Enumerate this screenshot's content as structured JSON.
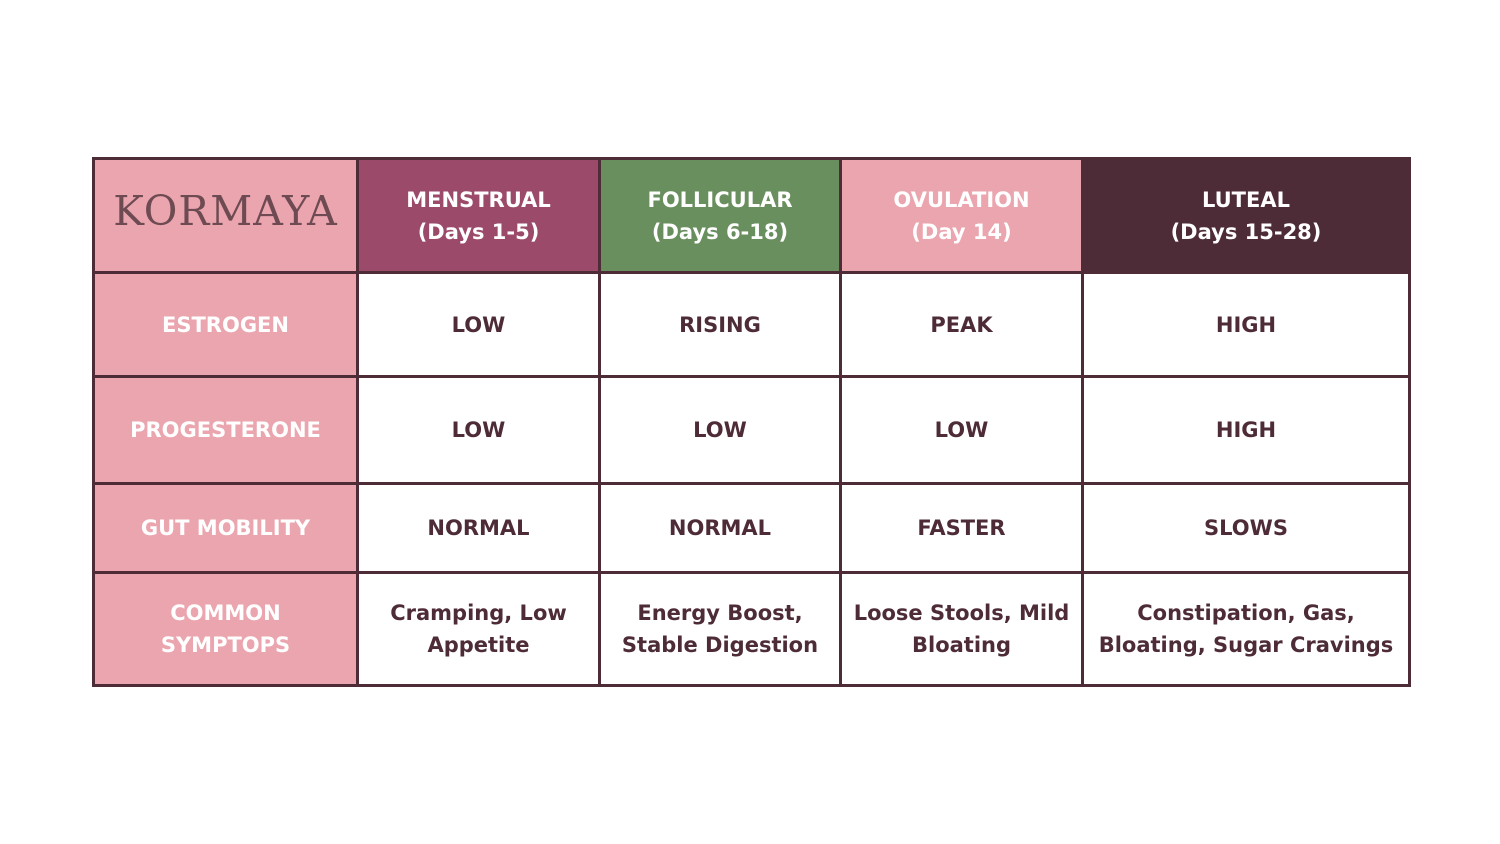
{
  "brand": {
    "logo_text": "KORMAYA"
  },
  "colors": {
    "menstrual": "#9b4a6a",
    "follicular": "#6a8f5f",
    "ovulation": "#eaa5ae",
    "luteal": "#4d2b37",
    "label_bg": "#eaa5ae",
    "text_dark": "#4d2b37"
  },
  "phases": [
    {
      "name": "MENSTRUAL",
      "days": "(Days 1-5)"
    },
    {
      "name": "FOLLICULAR",
      "days": "(Days 6-18)"
    },
    {
      "name": "OVULATION",
      "days": "(Day 14)"
    },
    {
      "name": "LUTEAL",
      "days": "(Days 15-28)"
    }
  ],
  "rows": [
    {
      "label": "ESTROGEN",
      "values": [
        "LOW",
        "RISING",
        "PEAK",
        "HIGH"
      ]
    },
    {
      "label": "PROGESTERONE",
      "values": [
        "LOW",
        "LOW",
        "LOW",
        "HIGH"
      ]
    },
    {
      "label": "GUT MOBILITY",
      "values": [
        "NORMAL",
        "NORMAL",
        "FASTER",
        "SLOWS"
      ]
    },
    {
      "label_line1": "COMMON",
      "label_line2": "SYMPTOPS",
      "values": [
        "Cramping, Low Appetite",
        "Energy Boost, Stable Digestion",
        "Loose Stools, Mild Bloating",
        "Constipation, Gas, Bloating, Sugar Cravings"
      ]
    }
  ]
}
